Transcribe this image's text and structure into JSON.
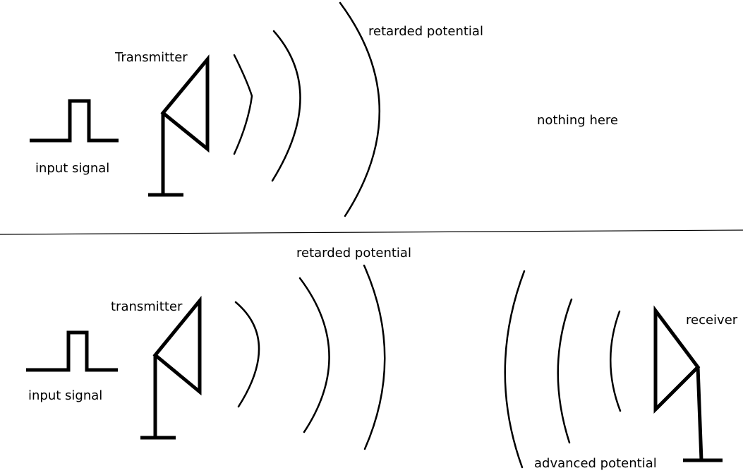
{
  "top_panel": {
    "transmitter_label": "Transmitter",
    "input_signal_label": "input signal",
    "retarded_potential_label": "retarded potential",
    "nothing_here_label": "nothing here"
  },
  "bottom_panel": {
    "transmitter_label": "transmitter",
    "input_signal_label": "input signal",
    "retarded_potential_label": "retarded potential",
    "receiver_label": "receiver",
    "advanced_potential_label": "advanced potential"
  },
  "colors": {
    "ink": "#000000",
    "background": "#ffffff"
  }
}
